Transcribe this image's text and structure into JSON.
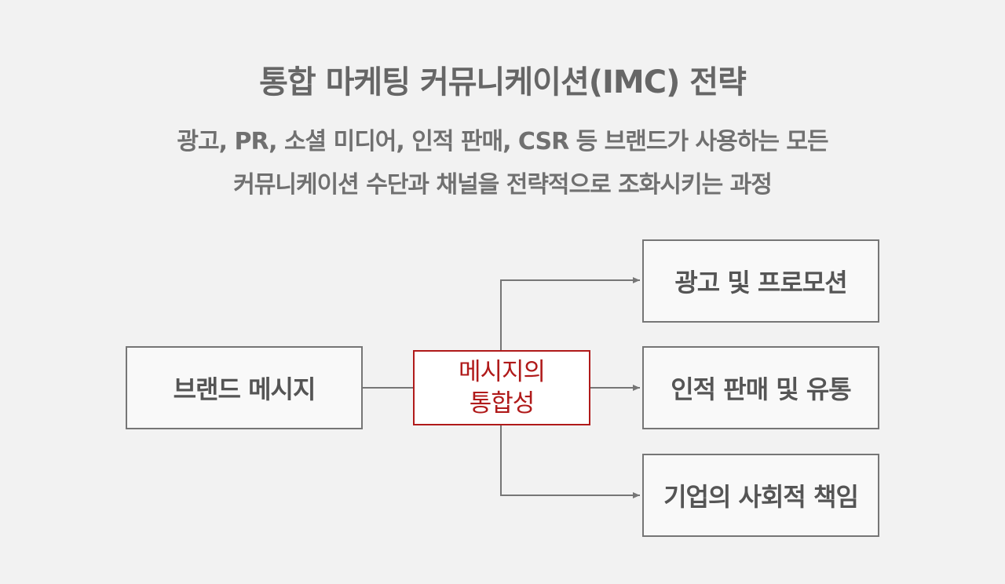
{
  "title": "통합 마케팅 커뮤니케이션(IMC) 전략",
  "subtitle": {
    "line1": "광고, PR, 소셜 미디어, 인적 판매, CSR 등 브랜드가 사용하는 모든",
    "line2": "커뮤니케이션 수단과 채널을 전략적으로 조화시키는 과정"
  },
  "diagram": {
    "source": "브랜드 메시지",
    "center": {
      "line1": "메시지의",
      "line2": "통합성"
    },
    "outputs": [
      "광고 및 프로모션",
      "인적 판매 및 유통",
      "기업의 사회적 책임"
    ]
  },
  "colors": {
    "background": "#f2f2f2",
    "text": "#666666",
    "box_border": "#767676",
    "accent": "#b01a1a",
    "connector": "#767676"
  }
}
